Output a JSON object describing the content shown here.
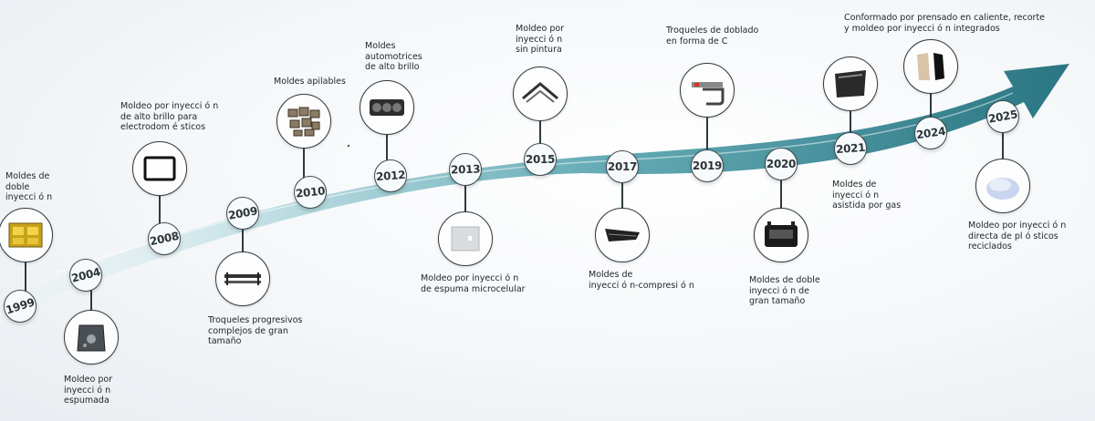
{
  "timeline": [
    {
      "year": "1999",
      "label": "Moldes de\ndoble\ninyecci ó n",
      "icon": "double-mold-icon"
    },
    {
      "year": "2004",
      "label": "Moldeo por\ninyecci ó n\nespumada",
      "icon": "foam-mold-icon"
    },
    {
      "year": "2008",
      "label": "Moldeo por inyecci ó n\nde alto brillo para\nelectrodom é sticos",
      "icon": "frame-panel-icon"
    },
    {
      "year": "2009",
      "label": "Troqueles progresivos\ncomplejos de gran\ntamaño",
      "icon": "progressive-die-icon"
    },
    {
      "year": "2010",
      "label": "Moldes apilables",
      "icon": "stack-mold-icon"
    },
    {
      "year": "2012",
      "label": "Moldes\nautomotrices\nde alto brillo",
      "icon": "auto-grille-icon"
    },
    {
      "year": "2013",
      "label": "Moldeo por inyecci ó n\nde espuma microcelular",
      "icon": "microcell-panel-icon"
    },
    {
      "year": "2015",
      "label": "Moldeo por\ninyecci ó n\nsin pintura",
      "icon": "unpainted-part-icon"
    },
    {
      "year": "2017",
      "label": "Moldes de\ninyecci ó n-compresi ó n",
      "icon": "compression-part-icon"
    },
    {
      "year": "2019",
      "label": "Troqueles de doblado\nen forma de C",
      "icon": "c-bend-die-icon"
    },
    {
      "year": "2020",
      "label": "Moldes de doble\ninyecci ó n de\ngran tamaño",
      "icon": "large-double-mold-icon"
    },
    {
      "year": "2021",
      "label": "Moldes de\ninyecci ó n\nasistida por gas",
      "icon": "gas-assist-part-icon"
    },
    {
      "year": "2024",
      "label": "Conformado por prensado en caliente, recorte\ny moldeo por inyecci ó n integrados",
      "icon": "hot-press-part-icon"
    },
    {
      "year": "2025",
      "label": "Moldeo por inyecci ó n\ndirecta de pl ó sticos\nreciclados",
      "icon": "recycled-plastic-icon"
    }
  ],
  "colors": {
    "ribbon_dark": "#1f6f7c",
    "ribbon_light": "#bcdde2",
    "accent": "#2a8592"
  }
}
